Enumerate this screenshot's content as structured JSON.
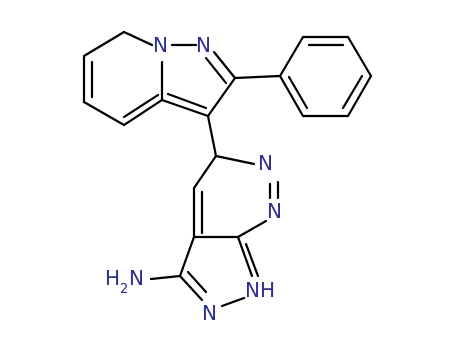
{
  "molecule": {
    "atom_labels": {
      "n_bridge": "N",
      "n_pyrazole_top": "N",
      "n_pyridazine_1": "N",
      "n_pyridazine_2": "N",
      "n_pyrazole_bottom": "N",
      "nh_label": "NH",
      "amine_prefix": "H",
      "amine_sub": "2",
      "amine_suffix": "N"
    },
    "colors": {
      "bond": "#000000",
      "heteroatom": "#2e2e8c",
      "background": "#ffffff"
    }
  }
}
